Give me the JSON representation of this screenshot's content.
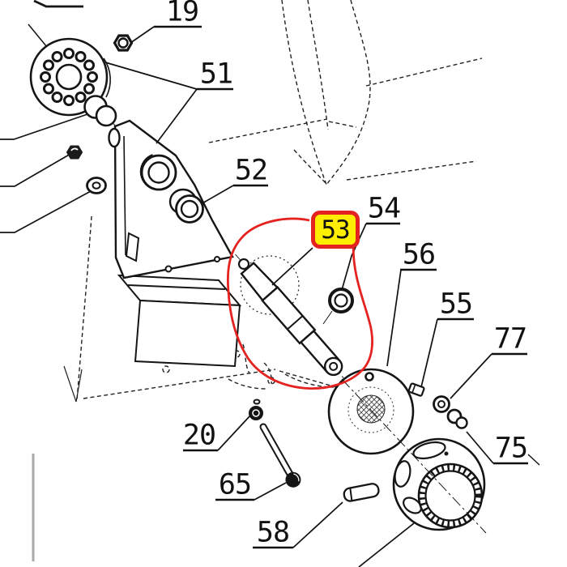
{
  "diagram": {
    "type": "exploded-parts-diagram",
    "background": "#ffffff",
    "ink_color": "#151515",
    "selection": {
      "selected_part": "53",
      "box_fill": "#ffee00",
      "box_border": "#e42320",
      "loop_color": "#e42320"
    },
    "labels": [
      {
        "text": "19",
        "highlighted": false
      },
      {
        "text": "51",
        "highlighted": false
      },
      {
        "text": "52",
        "highlighted": false
      },
      {
        "text": "53",
        "highlighted": true
      },
      {
        "text": "54",
        "highlighted": false
      },
      {
        "text": "56",
        "highlighted": false
      },
      {
        "text": "55",
        "highlighted": false
      },
      {
        "text": "77",
        "highlighted": false
      },
      {
        "text": "75",
        "highlighted": false
      },
      {
        "text": "20",
        "highlighted": false
      },
      {
        "text": "65",
        "highlighted": false
      },
      {
        "text": "58",
        "highlighted": false
      }
    ]
  }
}
